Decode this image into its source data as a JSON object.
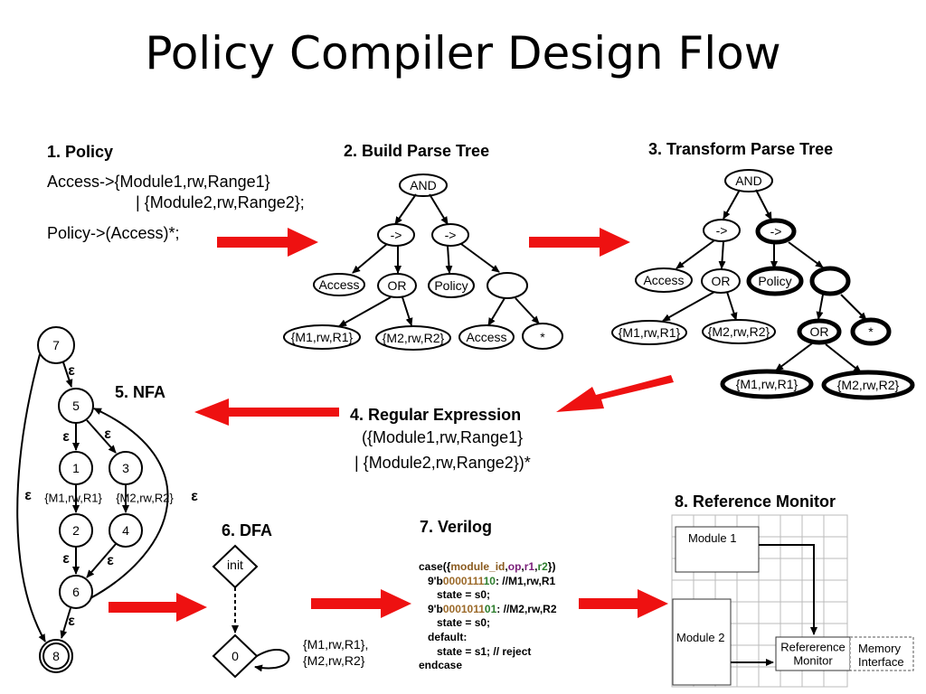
{
  "title": "Policy Compiler Design Flow",
  "sections": {
    "policy": {
      "heading": "1. Policy",
      "line1": "Access->{Module1,rw,Range1}",
      "line2": "| {Module2,rw,Range2};",
      "line3": "Policy->(Access)*;"
    },
    "parse_tree": {
      "heading": "2. Build Parse Tree",
      "nodes": {
        "and": "AND",
        "arrow1": "->",
        "arrow2": "->",
        "access": "Access",
        "or": "OR",
        "policy": "Policy",
        "blank": "",
        "m1": "{M1,rw,R1}",
        "m2": "{M2,rw,R2}",
        "access2": "Access",
        "star": "*"
      }
    },
    "transform": {
      "heading": "3. Transform Parse Tree",
      "nodes": {
        "and": "AND",
        "arrow1": "->",
        "arrow2": "->",
        "access": "Access",
        "or": "OR",
        "policy": "Policy",
        "blank": "",
        "m1": "{M1,rw,R1}",
        "m2": "{M2,rw,R2}",
        "or2": "OR",
        "star": "*",
        "m1b": "{M1,rw,R1}",
        "m2b": "{M2,rw,R2}"
      }
    },
    "regex": {
      "heading": "4. Regular Expression",
      "line1": "({Module1,rw,Range1}",
      "line2": "| {Module2,rw,Range2})*"
    },
    "nfa": {
      "heading": "5. NFA",
      "states": {
        "s7": "7",
        "s5": "5",
        "s1": "1",
        "s3": "3",
        "s2": "2",
        "s4": "4",
        "s6": "6",
        "s8": "8"
      },
      "epsilon": "ε",
      "label_m1": "{M1,rw,R1}",
      "label_m2": "{M2,rw,R2}"
    },
    "dfa": {
      "heading": "6. DFA",
      "init": "init",
      "state0": "0",
      "loop_line1": "{M1,rw,R1},",
      "loop_line2": "{M2,rw,R2}"
    },
    "verilog": {
      "heading": "7. Verilog",
      "l1a": "case({",
      "l1b": "module_id",
      "l1c": ",",
      "l1d": "op",
      "l1e": ",",
      "l1f": "r1",
      "l1g": ",",
      "l1h": "r2",
      "l1i": "})",
      "l2a": "   9'b",
      "l2b": "0000111",
      "l2c": "10",
      "l2d": ": //M1,rw,R1",
      "l3": "      state = s0;",
      "l4a": "   9'b",
      "l4b": "0001011",
      "l4c": "01",
      "l4d": ": //M2,rw,R2",
      "l5": "      state = s0;",
      "l6": "   default:",
      "l7": "      state = s1; // reject",
      "l8": "endcase"
    },
    "monitor": {
      "heading": "8. Reference Monitor",
      "module1": "Module 1",
      "module2": "Module 2",
      "ref_line1": "Refererence",
      "ref_line2": "Monitor",
      "mem_line1": "Memory",
      "mem_line2": "Interface"
    }
  },
  "colors": {
    "flow_arrow": "#ee1111",
    "tree_line": "#000000"
  }
}
